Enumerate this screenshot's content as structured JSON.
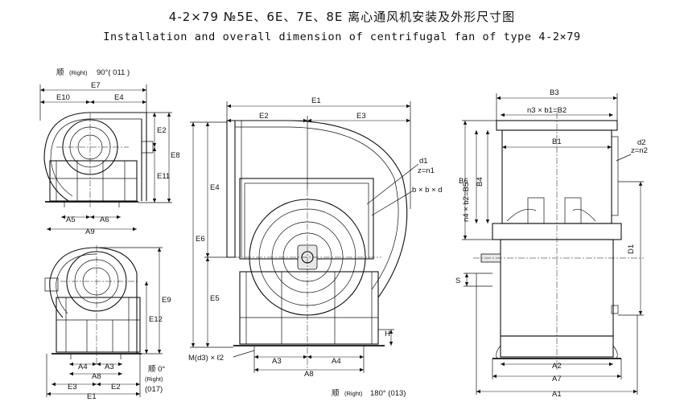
{
  "title_cn": "4-2×79 №5E、6E、7E、8E 离心通风机安装及外形尺寸图",
  "title_en": "Installation and overall dimension of centrifugal fan of type 4-2×79",
  "view_tl": {
    "caption_cn": "顺",
    "caption_paren": "(Right)",
    "caption_rest": "90°( 011 )",
    "labels": {
      "e7": "E7",
      "e10": "E10",
      "e4": "E4",
      "e2": "E2",
      "e8": "E8",
      "e11": "E11",
      "a5": "A5",
      "a6": "A6",
      "a9": "A9"
    }
  },
  "view_bl": {
    "caption_cn": "顺 0°",
    "caption_paren": "(Right)",
    "caption_code": "(017)",
    "labels": {
      "e9": "E9",
      "e12": "E12",
      "a4": "A4",
      "a3": "A3",
      "a8": "A8",
      "e3": "E3",
      "e2": "E2",
      "e1": "E1"
    }
  },
  "view_main": {
    "caption_cn": "顺",
    "caption_paren": "(Right)",
    "caption_rest": "180° (013)",
    "labels": {
      "e1": "E1",
      "e2": "E2",
      "e3": "E3",
      "e4": "E4",
      "e5": "E5",
      "e6": "E6",
      "d1": "d1",
      "z": "z=n1",
      "bbd": "b × b × d",
      "h": "H",
      "m": "M(d3) × ℓ2",
      "a3": "A3",
      "a4": "A4",
      "a8": "A8"
    }
  },
  "view_right": {
    "labels": {
      "b3": "B3",
      "n3b1": "n3 × b1=B2",
      "b1": "B1",
      "d2": "d2",
      "z": "z=n2",
      "b6": "B6",
      "n4b2": "n4 × b2=B5",
      "b4": "B4",
      "d1": "D1",
      "s": "S",
      "a2": "A2",
      "a7": "A7",
      "a1": "A1"
    }
  }
}
